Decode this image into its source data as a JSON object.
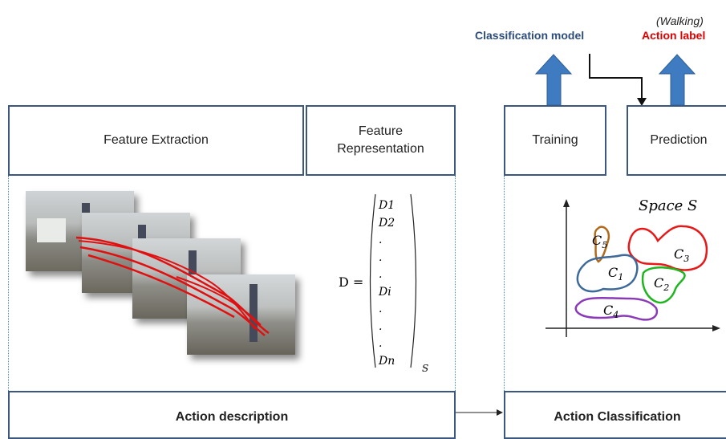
{
  "top": {
    "classification_model": "Classification model",
    "walking": "(Walking)",
    "action_label": "Action label",
    "colors": {
      "model": "#2c4d7c",
      "label": "#e00000",
      "arrow": "#3e7bc0"
    }
  },
  "stages": {
    "feature_extraction": "Feature Extraction",
    "feature_representation_1": "Feature",
    "feature_representation_2": "Representation",
    "training": "Training",
    "prediction": "Prediction"
  },
  "bottom": {
    "action_description": "Action description",
    "action_classification": "Action Classification"
  },
  "vector": {
    "lhs": "D =",
    "entries": [
      "D1",
      "D2",
      ".",
      ".",
      ".",
      "Di",
      ".",
      ".",
      ".",
      "Dn"
    ],
    "subscript": "S"
  },
  "space": {
    "title": "Space S",
    "clusters": [
      {
        "name": "C1",
        "color": "#3d6a9a"
      },
      {
        "name": "C2",
        "color": "#1fb51f"
      },
      {
        "name": "C3",
        "color": "#e81818"
      },
      {
        "name": "C4",
        "color": "#8a3ab8"
      },
      {
        "name": "C5",
        "color": "#b06a1a"
      }
    ]
  },
  "trajectory_icon": "motion-trajectory-icon",
  "frames_icon": "video-frame-icon"
}
